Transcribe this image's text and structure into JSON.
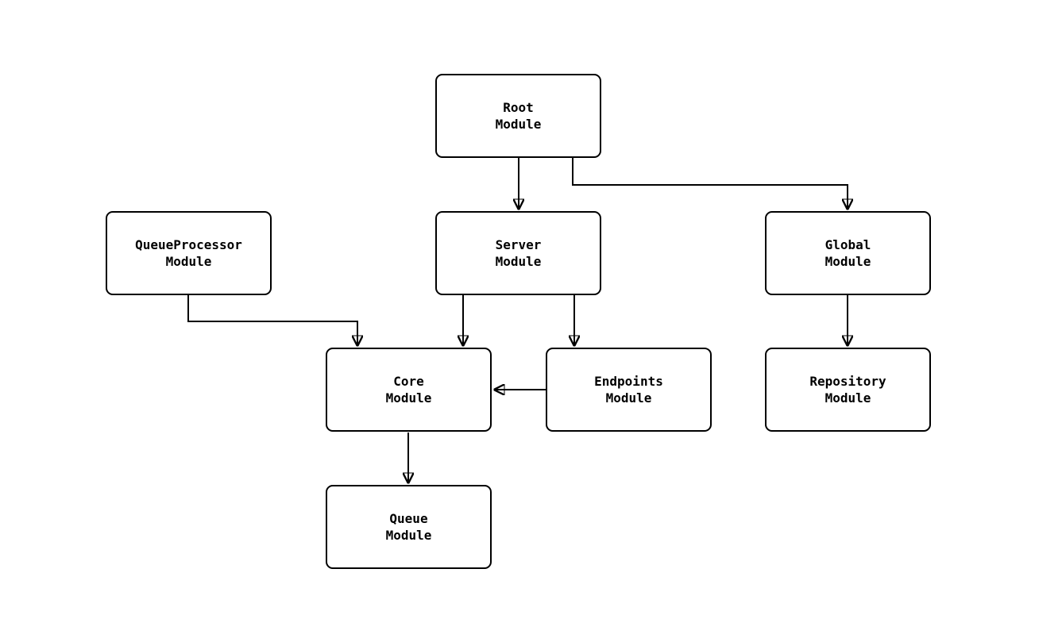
{
  "diagram": {
    "type": "module-dependency-graph",
    "background_color": "#ffffff",
    "node_border_color": "#000000",
    "node_fill_color": "#ffffff",
    "text_color": "#000000",
    "arrow_color": "#000000",
    "nodes": [
      {
        "id": "root",
        "label": "Root\nModule"
      },
      {
        "id": "server",
        "label": "Server\nModule"
      },
      {
        "id": "global",
        "label": "Global\nModule"
      },
      {
        "id": "queueprocessor",
        "label": "QueueProcessor\nModule"
      },
      {
        "id": "core",
        "label": "Core\nModule"
      },
      {
        "id": "endpoints",
        "label": "Endpoints\nModule"
      },
      {
        "id": "repository",
        "label": "Repository\nModule"
      },
      {
        "id": "queue",
        "label": "Queue\nModule"
      }
    ],
    "edges": [
      {
        "from": "root",
        "to": "server"
      },
      {
        "from": "root",
        "to": "global"
      },
      {
        "from": "queueprocessor",
        "to": "core"
      },
      {
        "from": "server",
        "to": "core"
      },
      {
        "from": "server",
        "to": "endpoints"
      },
      {
        "from": "endpoints",
        "to": "core"
      },
      {
        "from": "global",
        "to": "repository"
      },
      {
        "from": "core",
        "to": "queue"
      }
    ]
  }
}
